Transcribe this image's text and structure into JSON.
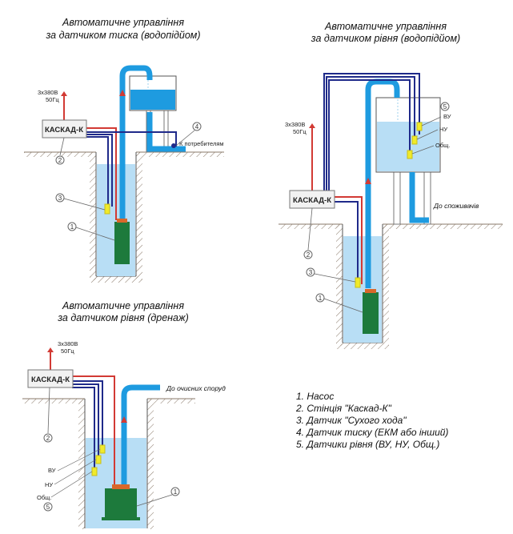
{
  "colors": {
    "water": "#b8def5",
    "pipe": "#1e9be0",
    "pump": "#1d7a3c",
    "cable_red": "#d23a34",
    "cable_blue": "#1f2a8a",
    "sensor": "#f0ea2a",
    "ground": "#8a7a6a"
  },
  "diagram1": {
    "title_l1": "Автоматичне управління",
    "title_l2": "за датчиком тиска (водопідйом)",
    "power_l1": "3х380В",
    "power_l2": "50Гц",
    "box": "КАСКАД-К",
    "dest": "К потребителям",
    "n1": "1",
    "n2": "2",
    "n3": "3",
    "n4": "4"
  },
  "diagram2": {
    "title_l1": "Автоматичне управління",
    "title_l2": "за датчиком рівня (водопідйом)",
    "power_l1": "3х380В",
    "power_l2": "50Гц",
    "box": "КАСКАД-К",
    "dest": "До споживачів",
    "vu": "ВУ",
    "nu": "НУ",
    "obsch": "Общ.",
    "n1": "1",
    "n2": "2",
    "n3": "3",
    "n5": "5"
  },
  "diagram3": {
    "title_l1": "Автоматичне управління",
    "title_l2": "за датчиком рівня (дренаж)",
    "power_l1": "3х380В",
    "power_l2": "50Гц",
    "box": "КАСКАД-К",
    "dest": "До очисних споруд",
    "vu": "ВУ",
    "nu": "НУ",
    "obsch": "Общ.",
    "n1": "1",
    "n2": "2",
    "n5": "5"
  },
  "legend": [
    "1. Насос",
    "2. Стінція \"Каскад-К\"",
    "3. Датчик \"Сухого хода\"",
    "4. Датчик тиску (ЕКМ або інший)",
    "5. Датчики рівня (ВУ, НУ, Общ.)"
  ]
}
